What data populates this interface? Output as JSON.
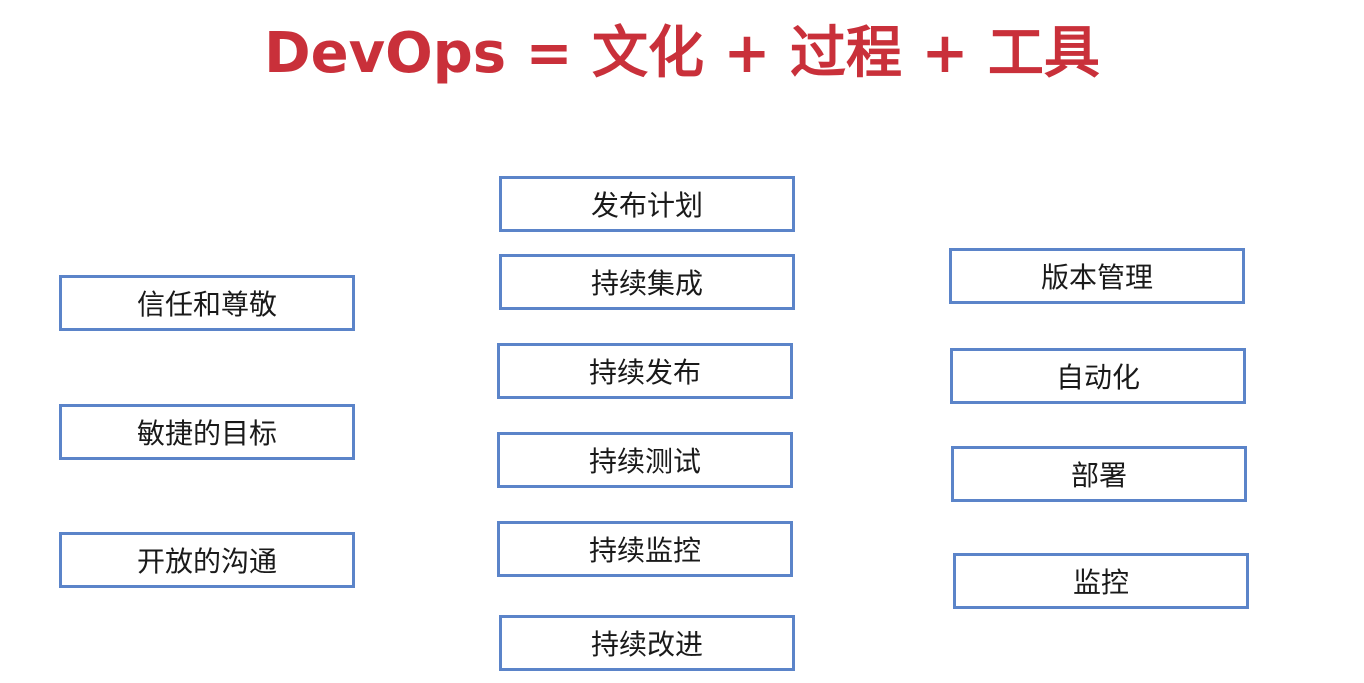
{
  "title": "DevOps = 文化 + 过程 + 工具",
  "colors": {
    "title": "#c9303a",
    "box_border": "#5b84c9",
    "text": "#1a1a1a",
    "background": "#ffffff"
  },
  "culture": {
    "items": [
      "信任和尊敬",
      "敏捷的目标",
      "开放的沟通"
    ]
  },
  "process": {
    "items": [
      "发布计划",
      "持续集成",
      "持续发布",
      "持续测试",
      "持续监控",
      "持续改进"
    ]
  },
  "tools": {
    "items": [
      "版本管理",
      "自动化",
      "部署",
      "监控"
    ]
  }
}
